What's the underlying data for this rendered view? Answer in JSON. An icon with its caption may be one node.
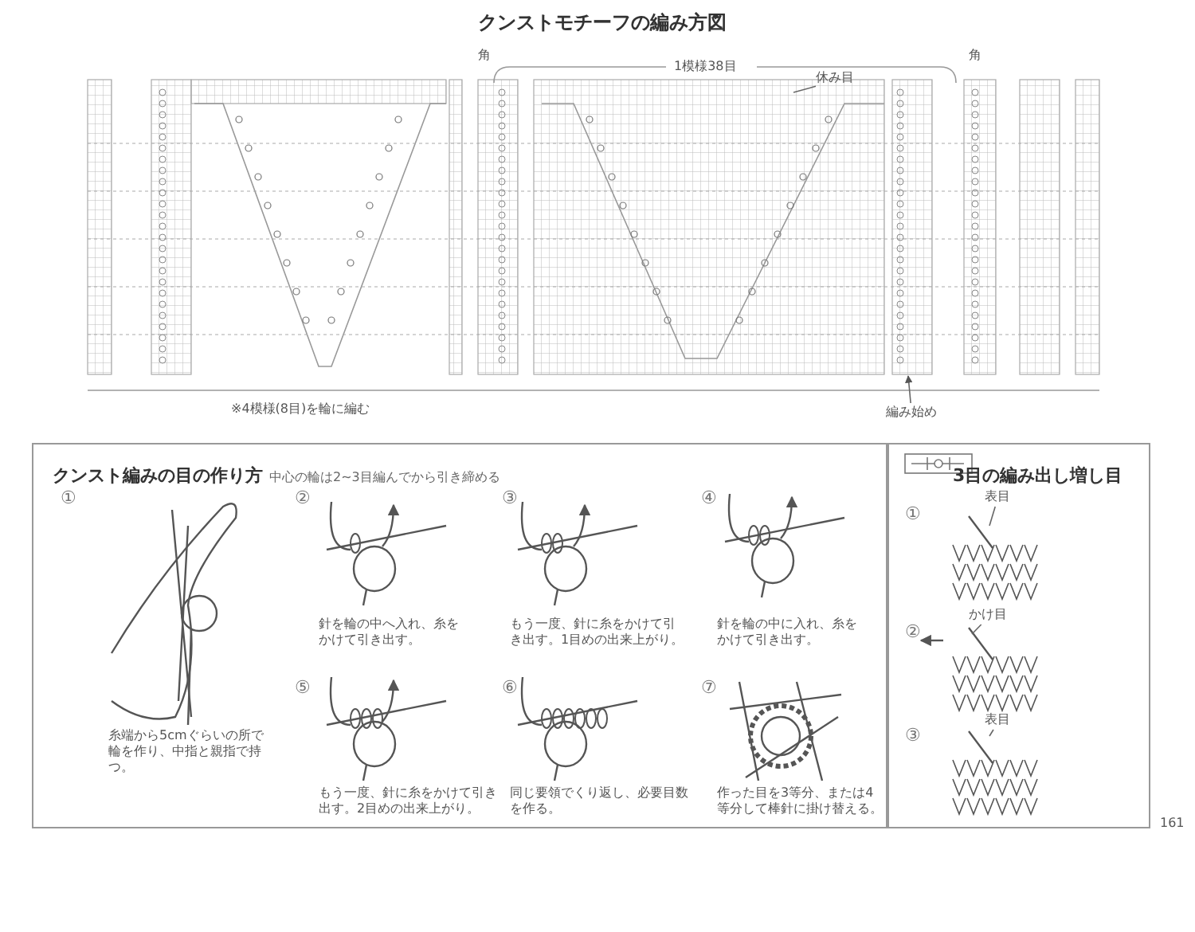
{
  "diagram": {
    "title": "クンストモチーフの編み方図",
    "nodes": [
      {
        "text": [
          "クンスト編みの目の作り方",
          "中心の輪は2~3目編んでから引き締める"
        ]
      },
      {
        "text": [
          "3目の編み出し増し目"
        ]
      },
      {
        "text": [
          "休み目"
        ]
      },
      {
        "text": [
          "編み始め"
        ]
      },
      {
        "text": [
          "表目"
        ],
        "in": 1
      },
      {
        "text": [
          "かけ目"
        ],
        "in": 1
      },
      {
        "text": [
          "表目"
        ],
        "in": 1
      }
    ],
    "edges": [
      {
        "from": 2,
        "to": null,
        "arrow": "none"
      },
      {
        "from": 3,
        "to": null,
        "arrow": "to"
      },
      {
        "from": 4,
        "to": null,
        "arrow": "none"
      },
      {
        "from": 5,
        "to": null,
        "arrow": "none"
      },
      {
        "from": 6,
        "to": null,
        "arrow": "none"
      }
    ],
    "labels": [
      "角",
      "1模様38目",
      "角",
      "※4模様(8目)を輪に編む",
      "①",
      "②",
      "③",
      "④",
      "針を輪の中へ入れ、糸をかけて引き出す。",
      "もう一度、針に糸をかけて引き出す。1目めの出来上がり。",
      "針を輪の中に入れ、糸をかけて引き出す。",
      "糸端から5cmぐらいの所で輪を作り、中指と親指で持つ。",
      "⑤",
      "⑥",
      "⑦",
      "もう一度、針に糸をかけて引き出す。2目めの出来上がり。",
      "同じ要領でくり返し、必要目数を作る。",
      "作った目を3等分、または4等分して棒針に掛け替える。",
      "①",
      "②",
      "③",
      "161"
    ]
  }
}
